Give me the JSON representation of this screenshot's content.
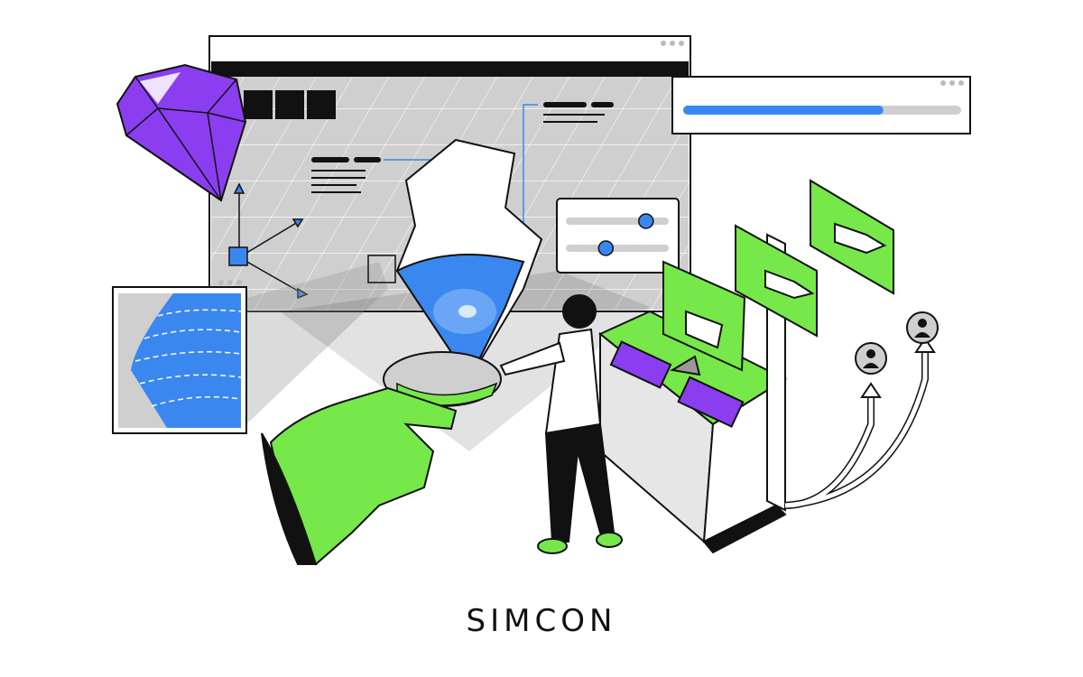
{
  "brand": {
    "logo_text": "SIMCON"
  },
  "colors": {
    "accent_green": "#76e84a",
    "accent_blue": "#3b87f0",
    "accent_purple": "#8a3ef0",
    "panel_grey": "#cfcfcf",
    "ink": "#111111"
  },
  "progress": {
    "fraction": 0.72
  },
  "sliders": [
    {
      "value": 0.8
    },
    {
      "value": 0.38
    }
  ]
}
